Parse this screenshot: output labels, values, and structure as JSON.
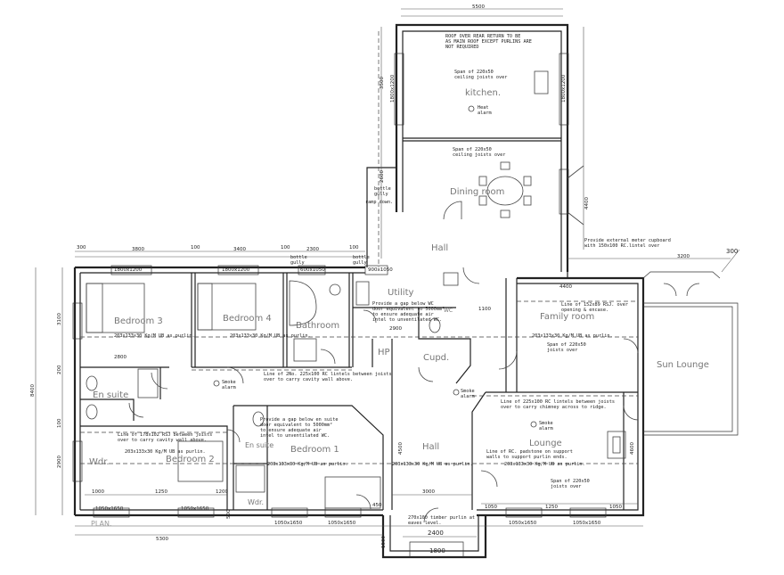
{
  "rooms": {
    "kitchen": "kitchen.",
    "dining_room": "Dining room",
    "hall_north": "Hall",
    "utility": "Utility",
    "wc": "WC",
    "hp": "HP",
    "cupd": "Cupd.",
    "family_room": "Family room",
    "sun_lounge": "Sun Lounge",
    "bedroom3": "Bedroom 3",
    "bedroom4": "Bedroom 4",
    "bathroom": "Bathroom",
    "en_suite_left": "En suite",
    "bedroom2": "Bedroom 2",
    "wdr_left": "Wdr.",
    "en_suite_centre": "En suite",
    "bedroom1": "Bedroom 1",
    "wdr_centre": "Wdr.",
    "hall_main": "Hall",
    "lounge": "Lounge",
    "plan": "PLAN."
  },
  "notes": {
    "roof_over": [
      "ROOF OVER REAR RETURN TO BE",
      "AS MAIN ROOF EXCEPT PURLINS ARE",
      "NOT REQUIRED"
    ],
    "kitchen_joists": [
      "Span of 220x50",
      "ceiling joists over"
    ],
    "heat_alarm": [
      "Heat",
      "alarm"
    ],
    "dining_joists": [
      "Span of 220x50",
      "ceiling joists over"
    ],
    "ramp_down": "ramp down.",
    "external_meter": [
      "Provide external meter cupboard",
      "with 150x100 RC.lintel over"
    ],
    "utility_gap": [
      "Provide a gap below WC",
      "door equivalent to 5000mm²",
      "to ensure adequate air",
      "intel to unventilated WC."
    ],
    "rsj_152": [
      "Line of 152x89 RSJ. over",
      "opening & encase."
    ],
    "family_joists": [
      "Span of 220x50",
      "joists over"
    ],
    "purlin_row1": "203x133x30 Kg/M UB as purlin.",
    "smoke_alarm": [
      "Smoke",
      "alarm"
    ],
    "lintels_2no": [
      "Line of 2No. 225x100 RC lintels between joists",
      "over to carry cavity wall above."
    ],
    "rc_lintels_chimney": [
      "Line of 225x100 RC lintels between joists",
      "over to carry chimney across to ridge."
    ],
    "rsj_178": [
      "Line of 178x102 RSJ between joists",
      "over to carry cavity wall above."
    ],
    "ensuite_gap": [
      "Provide a gap below en suite",
      "door equivalent to 5000mm²",
      "to ensure adequate air",
      "intel to unventilated WC."
    ],
    "padstone": [
      "Line of RC. padstone on support",
      "walls to support purlin ends."
    ],
    "lounge_joists": [
      "Span of 220x50",
      "joists over"
    ],
    "timber_purlin": [
      "270x100 timber purlin at",
      "eaves level."
    ],
    "bottle_gully": [
      "bottle",
      "gully"
    ]
  },
  "dimensions": {
    "top_overall": "5500",
    "kitchen_height": "3500",
    "kitchen_width_left": "1800x1200",
    "kitchen_width_right": "1800x1200",
    "dining_height": "2600",
    "dining_window": "4400",
    "rear_3200": "3200",
    "rear_300": "300",
    "rear_4400": "4400",
    "west_300": "300",
    "west_3800": "3800",
    "west_100a": "100",
    "west_3400": "3400",
    "west_100b": "100",
    "west_2300": "2300",
    "west_100c": "100",
    "win_b3": "1800x1200",
    "win_b4": "1800x1200",
    "win_bath": "600x1050",
    "win_util": "900x1050",
    "overall_depth": "8400",
    "left_3100": "3100",
    "left_2900": "2900",
    "left_200": "200",
    "left_100": "100",
    "dim_2800": "2800",
    "dim_2900": "2900",
    "dim_1100": "1100",
    "dim_1000": "1000",
    "dim_1250": "1250",
    "dim_1200": "1200",
    "dim_3000": "3000",
    "dim_4500": "4500",
    "dim_4600": "4600",
    "dim_1050a": "1050",
    "dim_1250b": "1250",
    "dim_1050b": "1050",
    "front_bed2_w1": "1050x1650",
    "front_bed2_w2": "1050x1650",
    "front_bed1_w1": "1050x1650",
    "front_bed1_w2": "1050x1650",
    "front_lounge_w1": "1050x1650",
    "front_lounge_w2": "1050x1650",
    "bottom_5300": "5300",
    "porch_2400": "2400",
    "porch_1800": "1800",
    "dim_1500": "1500",
    "dim_450": "450",
    "dim_500": "500"
  }
}
